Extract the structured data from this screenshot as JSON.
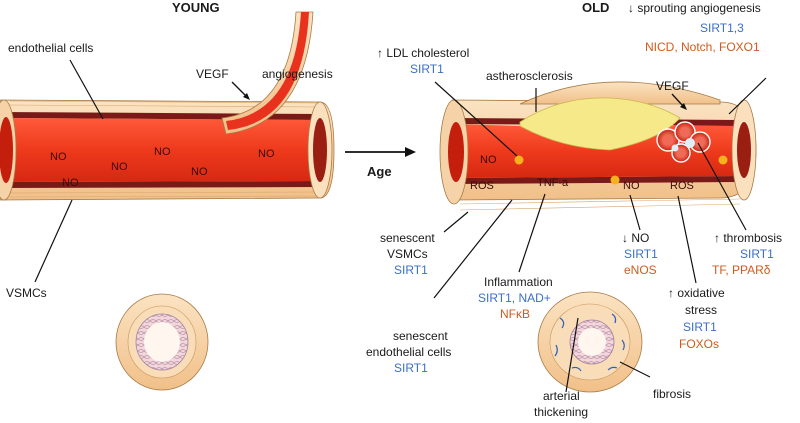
{
  "headings": {
    "young": "YOUNG",
    "old": "OLD",
    "age": "Age"
  },
  "young": {
    "endothelial": "endothelial cells",
    "vegf": "VEGF",
    "angiogenesis": "angiogenesis",
    "vsmcs": "VSMCs",
    "no_labels": [
      "NO",
      "NO",
      "NO",
      "NO",
      "NO",
      "NO"
    ]
  },
  "old": {
    "ldl_arrow": "↑ LDL cholesterol",
    "ldl_sirt": "SIRT1",
    "atherosclerosis": "astherosclerosis",
    "sprouting_title": "↓ sprouting angiogenesis",
    "sprouting_sirt": "SIRT1,3",
    "sprouting_genes": "NICD, Notch, FOXO1",
    "vegf": "VEGF",
    "lumen_no1": "NO",
    "lumen_no2": "NO",
    "ros1": "ROS",
    "ros2": "ROS",
    "tnf": "TNF-a",
    "thrombosis_title": "↑ thrombosis",
    "thrombosis_sirt": "SIRT1",
    "thrombosis_genes": "TF, PPARδ",
    "senescent_vsmc_1": "senescent",
    "senescent_vsmc_2": "VSMCs",
    "senescent_vsmc_sirt": "SIRT1",
    "no_down": "↓ NO",
    "no_down_sirt": "SIRT1",
    "no_down_gene": "eNOS",
    "inflammation": "Inflammation",
    "inflammation_sirt": "SIRT1, NAD+",
    "inflammation_gene": "NFκB",
    "oxidative_1": "↑ oxidative",
    "oxidative_2": "stress",
    "oxidative_sirt": "SIRT1",
    "oxidative_gene": "FOXOs",
    "senescent_endo_1": "senescent",
    "senescent_endo_2": "endothelial cells",
    "senescent_endo_sirt": "SIRT1",
    "arterial_1": "arterial",
    "arterial_2": "thickening",
    "fibrosis": "fibrosis"
  },
  "colors": {
    "blue": "#3b6fc9",
    "orange": "#d05a1e",
    "lumen": "#e8321e",
    "wall": "#f7cfa0",
    "plaque": "#f5e98a"
  }
}
